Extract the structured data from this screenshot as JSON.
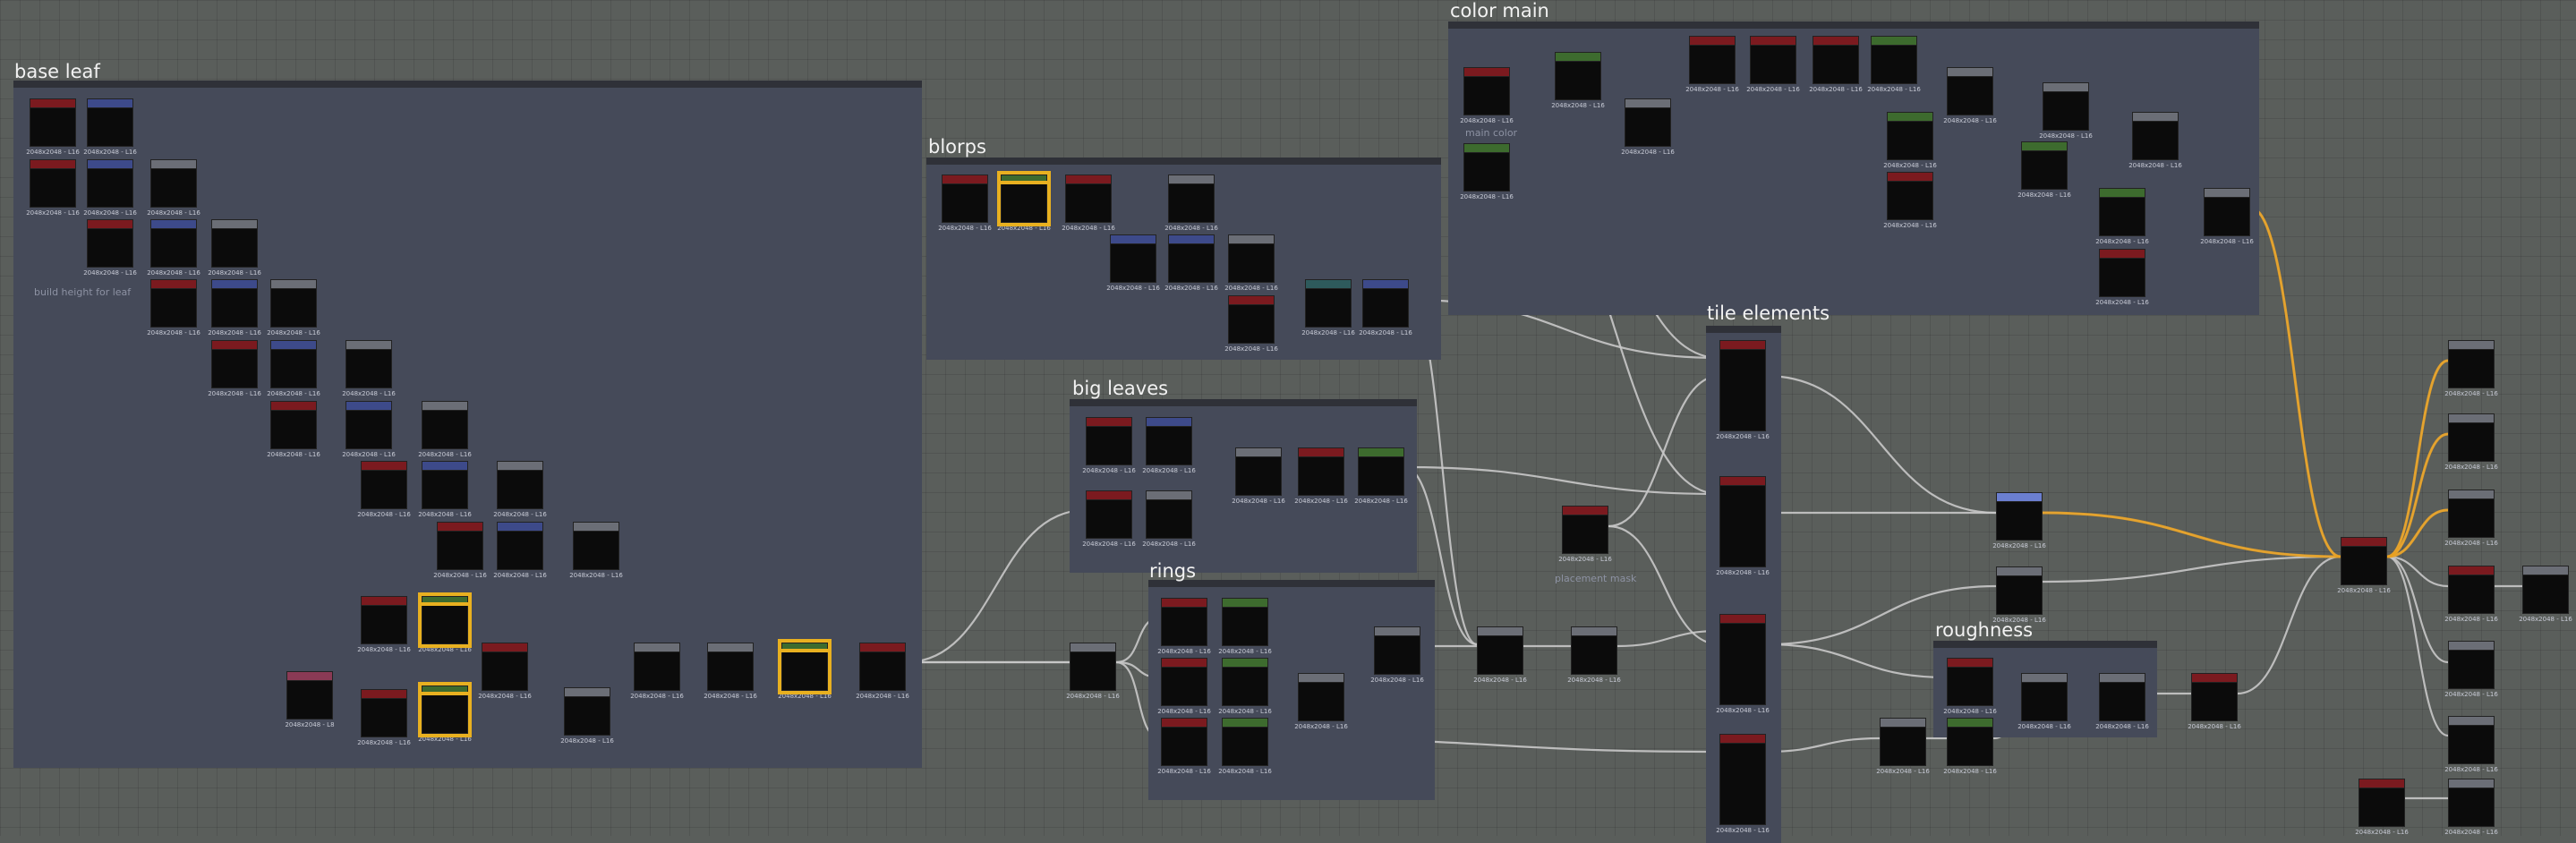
{
  "frames": {
    "base_leaf": {
      "title": "base leaf",
      "comment": "build height for leaf"
    },
    "blorps": {
      "title": "blorps"
    },
    "big_leaves": {
      "title": "big leaves"
    },
    "rings": {
      "title": "rings"
    },
    "color_main": {
      "title": "color main",
      "comment": "main color"
    },
    "tile_elements": {
      "title": "tile elements",
      "comment": "placement mask"
    },
    "roughness": {
      "title": "roughness"
    }
  },
  "node_label_default": "2048x2048 - L16",
  "node_label_alt": "2048x2048 - L8",
  "colors": {
    "canvas": "#5a5e5b",
    "frame_body": "#454a59",
    "frame_bar": "#2f3138",
    "wire": "#c8c8c8",
    "wire_color": "#e8a020",
    "highlight": "#e8b020"
  }
}
